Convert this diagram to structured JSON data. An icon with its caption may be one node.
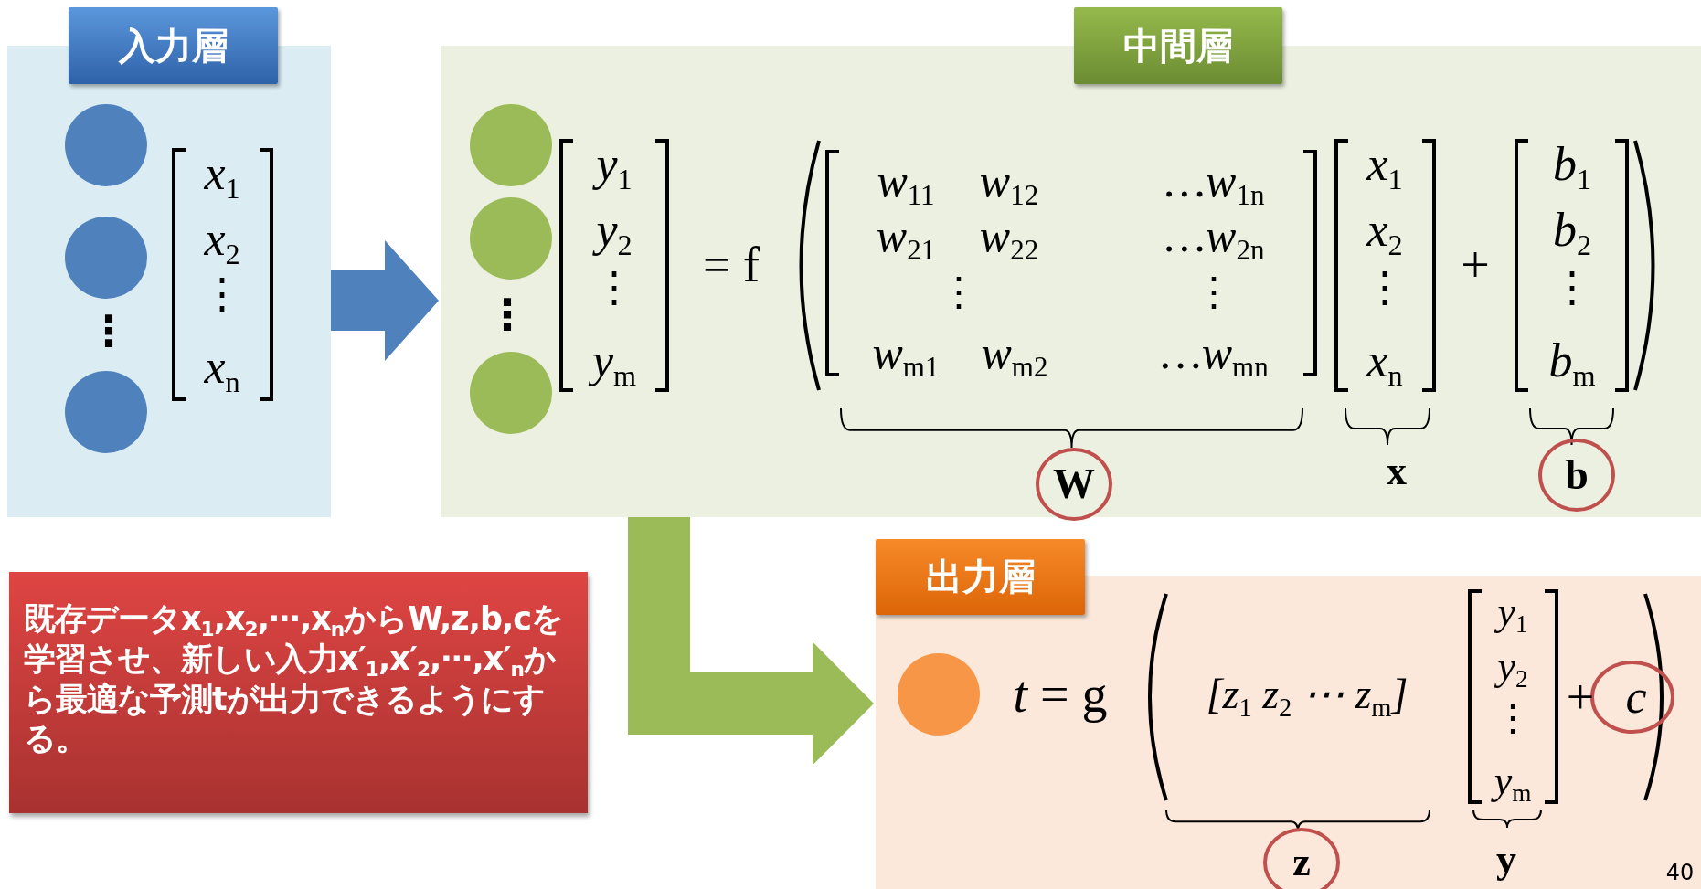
{
  "diagram": {
    "nodes": [
      {
        "text": [
          "入力層"
        ]
      },
      {
        "text": [],
        "shape": "circle",
        "in": 0
      },
      {
        "text": [],
        "shape": "circle",
        "in": 0
      },
      {
        "text": [],
        "shape": "circle",
        "in": 0
      },
      {
        "text": [
          "中間層"
        ]
      },
      {
        "text": [],
        "shape": "circle",
        "in": 4
      },
      {
        "text": [],
        "shape": "circle",
        "in": 4
      },
      {
        "text": [],
        "shape": "circle",
        "in": 4
      },
      {
        "text": [
          "出力層"
        ]
      },
      {
        "text": [],
        "shape": "circle",
        "in": 8
      },
      {
        "text": [
          "既存データx$_{1}$,x$_{2}$,⋯,x$_{n}$からW,z,b,cを学習させ、新しい入力x′$_{1}$,x′$_{2}$,⋯,x′$_{n}$から最適な予測tが出力できるようにする。"
        ]
      }
    ],
    "edges": [
      {
        "from": 0,
        "to": 4,
        "arrow": "to",
        "color": "#4f81bd"
      },
      {
        "from": 4,
        "to": 8,
        "arrow": "to",
        "color": "#9bbb59"
      }
    ],
    "labels": [
      "⋮",
      "x$_{1}$",
      "x$_{2}$",
      "⋮",
      "x$_{n}$",
      "⋮",
      "y$_{1}$",
      "y$_{2}$",
      "⋮",
      "y$_{m}$",
      "= f",
      "w$_{11}$",
      "w$_{12}$",
      "…w$_{1n}$",
      "w$_{21}$",
      "w$_{22}$",
      "…w$_{2n}$",
      "⋮",
      "⋮",
      "w$_{m1}$",
      "w$_{m2}$",
      "…w$_{mn}$",
      "x$_{1}$",
      "x$_{2}$",
      "⋮",
      "x$_{n}$",
      "+",
      "b$_{1}$",
      "b$_{2}$",
      "⋮",
      "b$_{m}$",
      "W",
      "x",
      "b",
      "*t* = g",
      "[z$_{1}$ z$_{2}$ ⋯ z$_{m}$]",
      "y$_{1}$",
      "y$_{2}$",
      "⋮",
      "y$_{m}$",
      "+",
      "c",
      "z",
      "y",
      "40"
    ]
  }
}
